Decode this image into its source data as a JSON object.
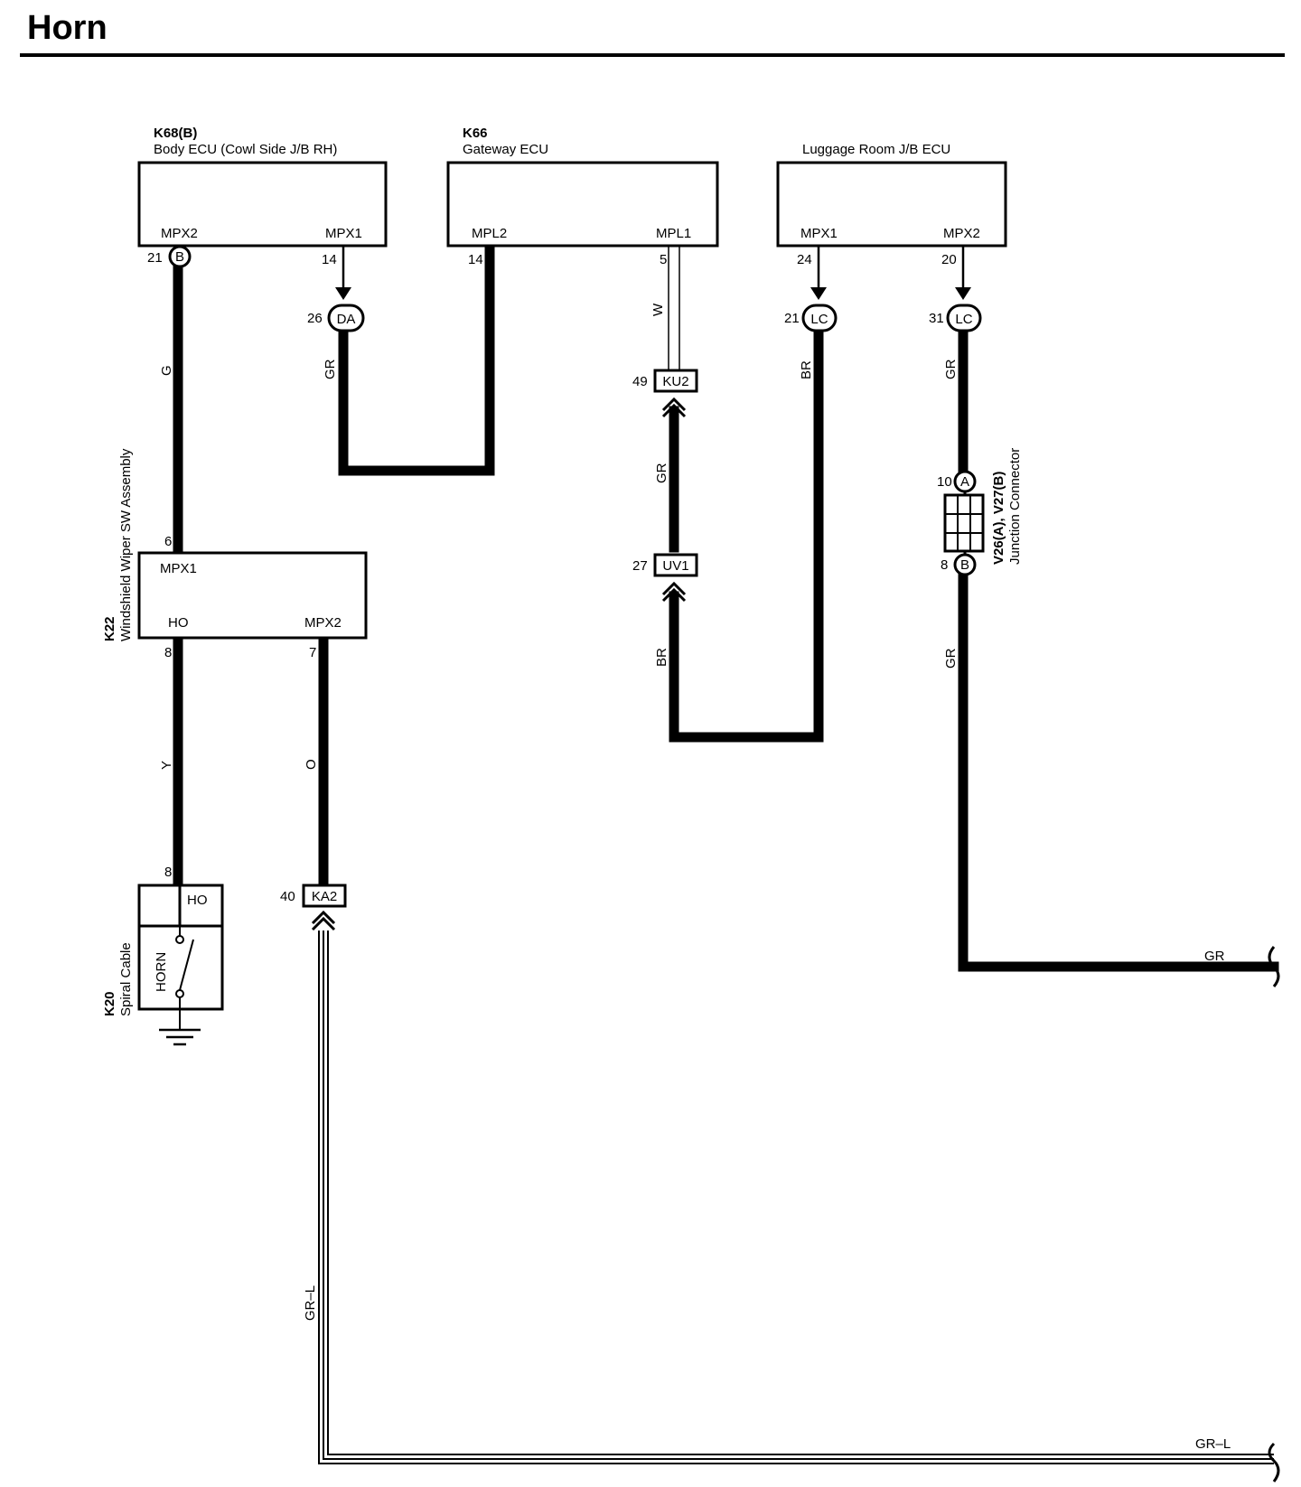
{
  "title": "Horn",
  "components": {
    "k68": {
      "code": "K68(B)",
      "name": "Body ECU (Cowl Side J/B RH)",
      "pin_mpx2": "MPX2",
      "pin_mpx1": "MPX1",
      "num_mpx2": "21",
      "num_mpx1": "14",
      "conn_mpx2": "B"
    },
    "k66": {
      "code": "K66",
      "name": "Gateway ECU",
      "pin_mpl2": "MPL2",
      "pin_mpl1": "MPL1",
      "num_mpl2": "14",
      "num_mpl1": "5"
    },
    "luggage": {
      "name": "Luggage Room J/B ECU",
      "pin_mpx1": "MPX1",
      "pin_mpx2": "MPX2",
      "num_mpx1": "24",
      "num_mpx2": "20"
    },
    "k22": {
      "code": "K22",
      "name": "Windshield Wiper SW Assembly",
      "pin_mpx1": "MPX1",
      "pin_ho": "HO",
      "pin_mpx2": "MPX2",
      "num_mpx1": "6",
      "num_ho": "8",
      "num_mpx2": "7"
    },
    "k20": {
      "code": "K20",
      "name": "Spiral Cable",
      "pin_ho": "HO",
      "switch_label": "HORN",
      "num_ho": "8"
    },
    "junction": {
      "code": "V26(A), V27(B)",
      "name": "Junction Connector",
      "conn_a": "A",
      "conn_b": "B",
      "num_a": "10",
      "num_b": "8"
    }
  },
  "connectors": {
    "da": {
      "label": "DA",
      "pin": "26"
    },
    "lc1": {
      "label": "LC",
      "pin": "21"
    },
    "lc2": {
      "label": "LC",
      "pin": "31"
    },
    "ku2": {
      "label": "KU2",
      "pin": "49"
    },
    "uv1": {
      "label": "UV1",
      "pin": "27"
    },
    "ka2": {
      "label": "KA2",
      "pin": "40"
    }
  },
  "wire_colors": {
    "g": "G",
    "gr_da": "GR",
    "w": "W",
    "gr_ku": "GR",
    "br_uv": "BR",
    "br_lc": "BR",
    "gr_lc": "GR",
    "gr_jb": "GR",
    "y": "Y",
    "o": "O",
    "grl_vert": "GR–L",
    "gr_out": "GR",
    "grl_out": "GR–L"
  }
}
